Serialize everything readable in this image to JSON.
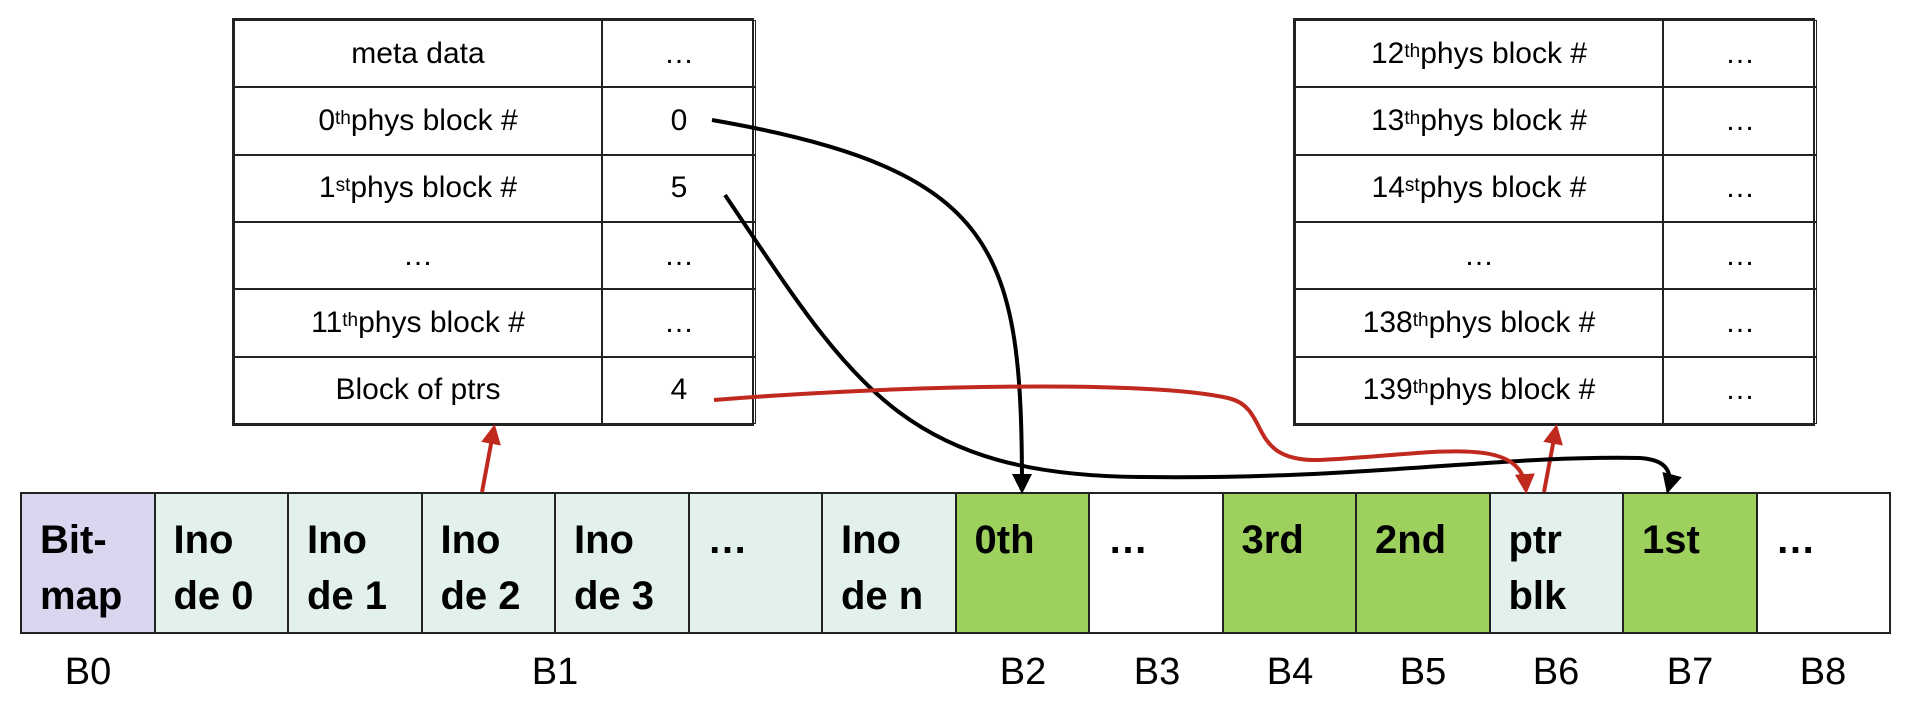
{
  "inode_table": {
    "rows": [
      {
        "label": "meta data",
        "sup": "",
        "suffix": "",
        "value": "…"
      },
      {
        "label": "0",
        "sup": "th",
        "suffix": " phys block #",
        "value": "0"
      },
      {
        "label": "1",
        "sup": "st",
        "suffix": " phys block #",
        "value": "5"
      },
      {
        "label": "…",
        "sup": "",
        "suffix": "",
        "value": "…"
      },
      {
        "label": "11",
        "sup": "th",
        "suffix": " phys block #",
        "value": "…"
      },
      {
        "label": "Block of ptrs",
        "sup": "",
        "suffix": "",
        "value": "4"
      }
    ]
  },
  "ptr_table": {
    "rows": [
      {
        "label": "12",
        "sup": "th",
        "suffix": " phys block #",
        "value": "…"
      },
      {
        "label": "13",
        "sup": "th",
        "suffix": " phys block #",
        "value": "…"
      },
      {
        "label": "14",
        "sup": "st",
        "suffix": " phys block #",
        "value": "…"
      },
      {
        "label": "…",
        "sup": "",
        "suffix": "",
        "value": "…"
      },
      {
        "label": "138",
        "sup": "th",
        "suffix": " phys block #",
        "value": "…"
      },
      {
        "label": "139",
        "sup": "th",
        "suffix": " phys block #",
        "value": "…"
      }
    ]
  },
  "disk_blocks": [
    {
      "line1": "Bit-",
      "line2": "map",
      "color": "#d9d6ef"
    },
    {
      "line1": "Ino",
      "line2": "de 0",
      "color": "#e2f1eb"
    },
    {
      "line1": "Ino",
      "line2": "de 1",
      "color": "#e2f1eb"
    },
    {
      "line1": "Ino",
      "line2": "de 2",
      "color": "#e2f1eb"
    },
    {
      "line1": "Ino",
      "line2": "de 3",
      "color": "#e2f1eb"
    },
    {
      "line1": "…",
      "line2": "",
      "color": "#e2f1eb"
    },
    {
      "line1": "Ino",
      "line2": "de n",
      "color": "#e2f1eb"
    },
    {
      "line1": "0th",
      "line2": "",
      "color": "#9dd05d"
    },
    {
      "line1": "…",
      "line2": "",
      "color": "#ffffff"
    },
    {
      "line1": "3rd",
      "line2": "",
      "color": "#9dd05d"
    },
    {
      "line1": "2nd",
      "line2": "",
      "color": "#9dd05d"
    },
    {
      "line1": "ptr",
      "line2": "blk",
      "color": "#e2f1eb"
    },
    {
      "line1": "1st",
      "line2": "",
      "color": "#9dd05d"
    },
    {
      "line1": "…",
      "line2": "",
      "color": "#ffffff"
    }
  ],
  "block_labels": [
    "B0",
    "B1",
    "B2",
    "B3",
    "B4",
    "B5",
    "B6",
    "B7",
    "B8"
  ],
  "colors": {
    "arrow_black": "#000000",
    "arrow_red": "#c0291d"
  }
}
